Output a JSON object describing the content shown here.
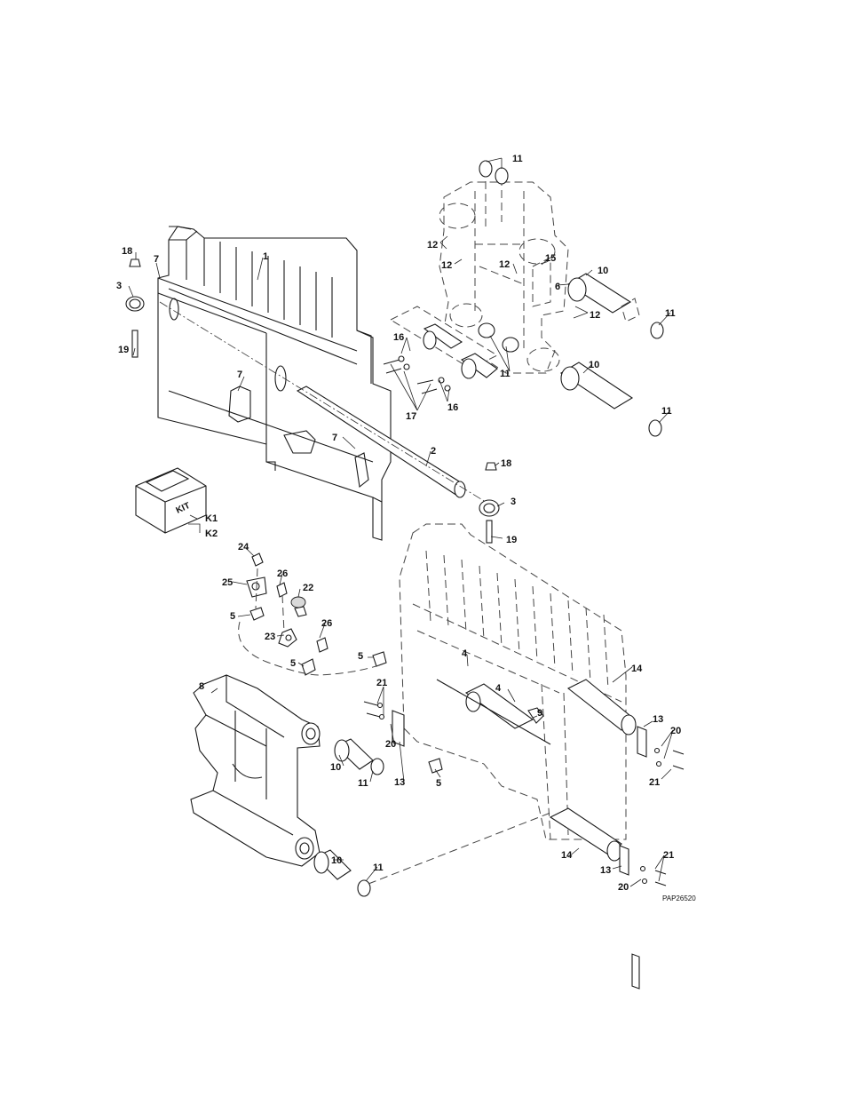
{
  "figure": {
    "reference_code": "PAP26520",
    "kit_box_label": "KIT",
    "kit_items": [
      "K1",
      "K2"
    ]
  },
  "callouts": {
    "c1": "1",
    "c2": "2",
    "c3a": "3",
    "c3b": "3",
    "c4a": "4",
    "c4b": "4",
    "c5a": "5",
    "c5b": "5",
    "c5c": "5",
    "c5d": "5",
    "c6": "6",
    "c7a": "7",
    "c7b": "7",
    "c7c": "7",
    "c8": "8",
    "c9": "9",
    "c10a": "10",
    "c10b": "10",
    "c10c": "10",
    "c10d": "10",
    "c11a": "11",
    "c11b": "11",
    "c11c": "11",
    "c11d": "11",
    "c11e": "11",
    "c11f": "11",
    "c12a": "12",
    "c12b": "12",
    "c12c": "12",
    "c12d": "12",
    "c13a": "13",
    "c13b": "13",
    "c13c": "13",
    "c14a": "14",
    "c14b": "14",
    "c15": "15",
    "c16a": "16",
    "c16b": "16",
    "c17": "17",
    "c18a": "18",
    "c18b": "18",
    "c19a": "19",
    "c19b": "19",
    "c20a": "20",
    "c20b": "20",
    "c20c": "20",
    "c21a": "21",
    "c21b": "21",
    "c21c": "21",
    "c22": "22",
    "c23": "23",
    "c24": "24",
    "c25": "25",
    "c26a": "26",
    "c26b": "26"
  }
}
